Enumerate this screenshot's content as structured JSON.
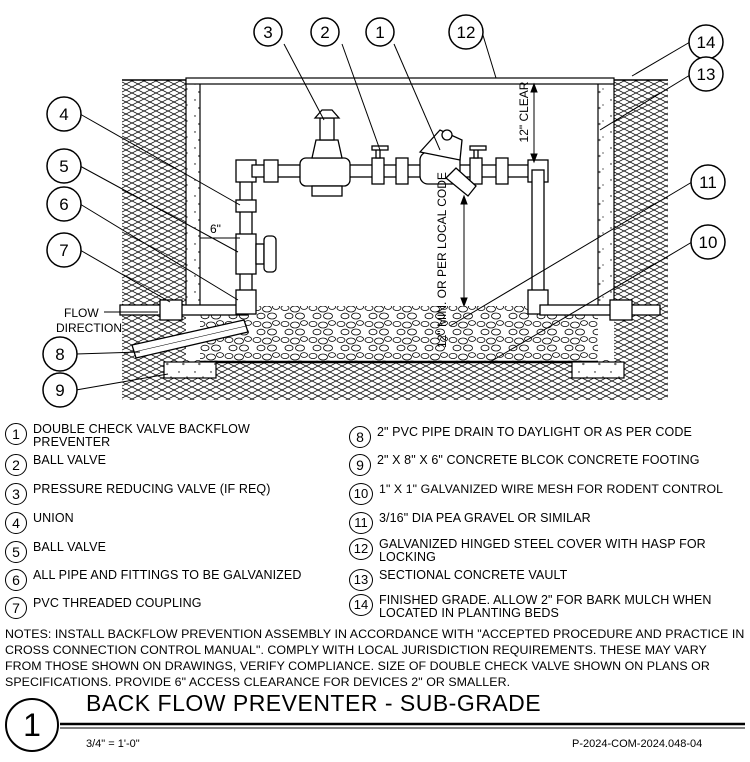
{
  "callouts": [
    "3",
    "2",
    "1",
    "12",
    "14",
    "13",
    "4",
    "11",
    "5",
    "6",
    "10",
    "7",
    "8",
    "9"
  ],
  "dimensions": {
    "clear": "12\" CLEAR",
    "min_height": "12\" MIN. OR PER LOCAL CODE",
    "six_inch": "6\""
  },
  "flow_direction": "FLOW DIRECTION",
  "legend": [
    {
      "num": "1",
      "text": "DOUBLE CHECK VALVE BACKFLOW PREVENTER"
    },
    {
      "num": "2",
      "text": "BALL VALVE"
    },
    {
      "num": "3",
      "text": "PRESSURE REDUCING VALVE (IF REQ)"
    },
    {
      "num": "4",
      "text": "UNION"
    },
    {
      "num": "5",
      "text": "BALL VALVE"
    },
    {
      "num": "6",
      "text": "ALL PIPE AND FITTINGS TO BE GALVANIZED"
    },
    {
      "num": "7",
      "text": "PVC THREADED COUPLING"
    },
    {
      "num": "8",
      "text": "2\" PVC PIPE DRAIN TO DAYLIGHT OR AS PER CODE"
    },
    {
      "num": "9",
      "text": "2\" X 8\" X 6\" CONCRETE BLCOK CONCRETE FOOTING"
    },
    {
      "num": "10",
      "text": "1\" X 1\" GALVANIZED WIRE MESH FOR RODENT CONTROL"
    },
    {
      "num": "11",
      "text": "3/16\" DIA PEA GRAVEL OR SIMILAR"
    },
    {
      "num": "12",
      "text": "GALVANIZED HINGED STEEL COVER WITH HASP FOR LOCKING"
    },
    {
      "num": "13",
      "text": "SECTIONAL CONCRETE VAULT"
    },
    {
      "num": "14",
      "text": "FINISHED GRADE. ALLOW 2\" FOR BARK MULCH WHEN LOCATED IN PLANTING BEDS"
    }
  ],
  "notes": "NOTES: INSTALL BACKFLOW PREVENTION ASSEMBLY IN ACCORDANCE WITH \"ACCEPTED PROCEDURE AND PRACTICE IN CROSS CONNECTION CONTROL MANUAL\". COMPLY WITH LOCAL JURISDICTION REQUIREMENTS. THESE MAY VARY FROM THOSE SHOWN ON DRAWINGS, VERIFY COMPLIANCE. SIZE OF DOUBLE CHECK VALVE SHOWN ON PLANS OR SPECIFICATIONS. PROVIDE 6\" ACCESS CLEARANCE FOR DEVICES 2\" OR SMALLER.",
  "title_block": {
    "detail_number": "1",
    "title": "BACK FLOW PREVENTER - SUB-GRADE",
    "scale": "3/4\" = 1'-0\"",
    "sheet_id": "P-2024-COM-2024.048-04"
  }
}
